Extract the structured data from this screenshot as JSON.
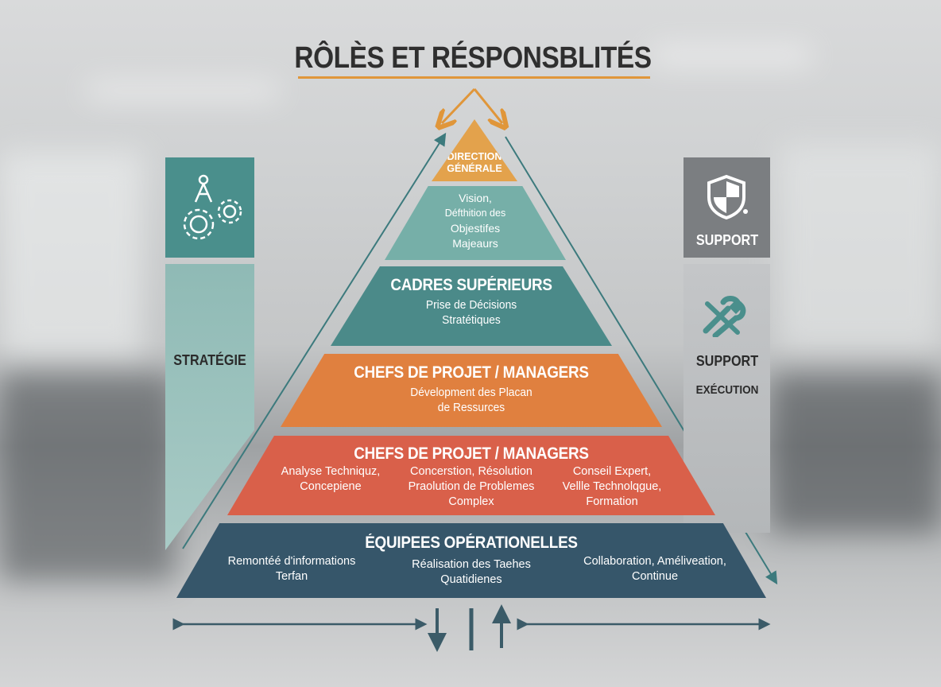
{
  "title": "RÔLÈS ET RÉSPONSBLITÉS",
  "colors": {
    "accent": "#e0963a",
    "teal_light": "#76afa8",
    "teal": "#4b8a89",
    "orange": "#e0803f",
    "red": "#d9604a",
    "slate": "#36566a",
    "grey": "#7b7e81"
  },
  "left_panel": {
    "icon": "compass-gears-icon",
    "label": "STRATÉGIE"
  },
  "right_panel": {
    "top_icon": "shield-icon",
    "top_label": "SUPPORT",
    "bottom_icon": "wrench-icon",
    "bottom_label": "SUPPORT",
    "bottom_sublabel": "EXÉCUTION"
  },
  "pyramid": {
    "tier1": {
      "line1": "DIRECTION",
      "line2": "GÉNÉRALE"
    },
    "tier2": {
      "line1": "Vision,",
      "line2": "Défthition des",
      "line3": "Objestifes",
      "line4": "Majeaurs"
    },
    "tier3": {
      "heading": "CADRES SUPÉRIEURS",
      "line1": "Prise de Décisions",
      "line2": "Stratétiques"
    },
    "tier4": {
      "heading": "CHEFS DE PROJET / MANAGERS",
      "line1": "Dévelopment des Placan",
      "line2": "de Ressurces"
    },
    "tier5": {
      "heading": "CHEFS DE PROJET / MANAGERS",
      "col1": "Analyse Techniquz,\nConcepiene",
      "col2": "Concerstion, Résolution\nPraolution de Problemes\nComplex",
      "col3": "Conseil Expert,\nVellle Technolqgue,\nFormation"
    },
    "tier6": {
      "heading": "ÉQUIPEES OPÉRATIONELLES",
      "col1": "Remontéé d'informations\nTerfan",
      "col2": "Réalisation des Taehes\nQuatidienes",
      "col3": "Collaboration, Améliveation,\nContinue"
    }
  }
}
